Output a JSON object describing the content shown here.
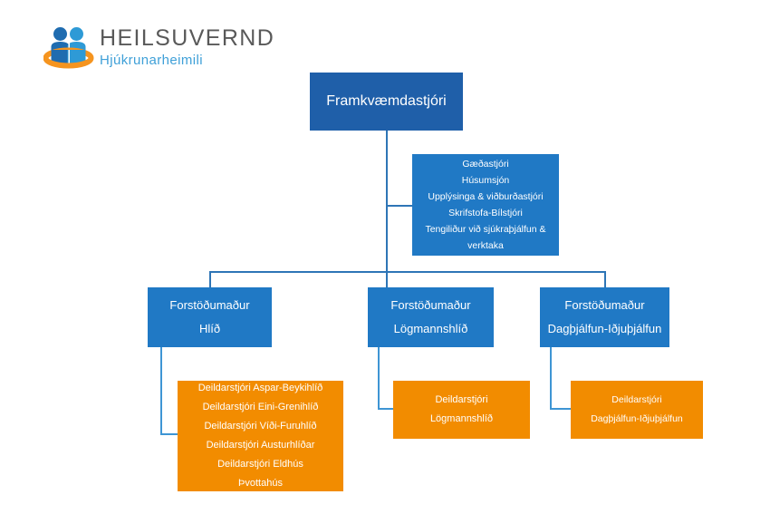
{
  "logo": {
    "icon": "two-people-with-orange-ring-icon",
    "title": "HEILSUVERND",
    "subtitle": "Hjúkrunarheimili",
    "title_color": "#595959",
    "subtitle_color": "#3fa0d8",
    "figure_dark_color": "#1f6cb0",
    "figure_light_color": "#2e9ad6",
    "ring_color": "#f5941f"
  },
  "colors": {
    "executive_box": "#1F5FA9",
    "blue_box": "#2079C5",
    "orange_box": "#F28C00",
    "connector": "#2E75B6",
    "connector_light": "#3E95D4",
    "box_text": "#FFFFFF",
    "background": "#FFFFFF"
  },
  "chart": {
    "type": "org-chart",
    "title": "Heilsuvernd Hjúkrunarheimili skipurit"
  },
  "nodes": {
    "executive": {
      "label": "Framkvæmdastjóri",
      "level": 0
    },
    "staff": {
      "level": 1,
      "items": [
        "Gæðastjóri",
        "Húsumsjón",
        "Upplýsinga & viðburðastjóri",
        "Skrifstofa-Bílstjóri",
        "Tengiliður við sjúkraþjálfun & verktaka"
      ]
    },
    "managers": [
      {
        "id": "hlid",
        "line1": "Forstöðumaður",
        "line2": "Hlíð"
      },
      {
        "id": "logmannshlid",
        "line1": "Forstöðumaður",
        "line2": "Lögmannshlíð"
      },
      {
        "id": "dagthjalfun",
        "line1": "Forstöðumaður",
        "line2": "Dagþjálfun-Iðjuþjálfun"
      }
    ],
    "departments": [
      {
        "id": "hlid-depts",
        "parent": "hlid",
        "items": [
          "Deildarstjóri Aspar-Beykihlíð",
          "Deildarstjóri Eini-Grenihlíð",
          "Deildarstjóri Víði-Furuhlíð",
          "Deildarstjóri Austurhlíðar",
          "Deildarstjóri Eldhús",
          "Þvottahús"
        ]
      },
      {
        "id": "logmannshlid-depts",
        "parent": "logmannshlid",
        "items": [
          "Deildarstjóri",
          "Lögmannshlíð"
        ]
      },
      {
        "id": "dagthjalfun-depts",
        "parent": "dagthjalfun",
        "items": [
          "Deildarstjóri",
          "Dagþjálfun-Iðjuþjálfun"
        ]
      }
    ]
  }
}
